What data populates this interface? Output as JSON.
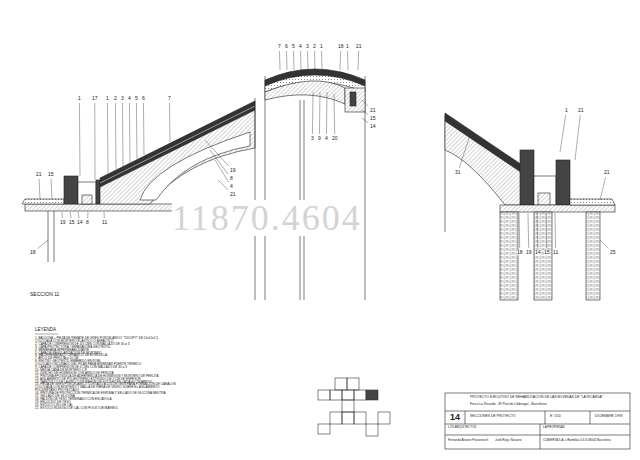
{
  "diagram": {
    "labels": [
      "1",
      "17",
      "1",
      "2",
      "3",
      "4",
      "5",
      "6",
      "7",
      "21",
      "15",
      "19",
      "8",
      "4",
      "21",
      "18",
      "19",
      "15",
      "14",
      "8",
      "11",
      "SECCION 11",
      "7",
      "6",
      "5",
      "4",
      "3",
      "2",
      "1",
      "18",
      "1",
      "21",
      "21",
      "15",
      "14",
      "3",
      "9",
      "4",
      "20",
      "1",
      "21",
      "31",
      "21",
      "18",
      "19",
      "14",
      "15",
      "11",
      "25",
      "11870.4604",
      "LEYENDA",
      "1. BALDOSA + PIEZA DE REMATE DE GRES PORCELANICO \"TUCUPY\" DE 10x10x1,5",
      "COLOCADA CON MORTERO ELASTICO O ASFALTICO",
      "2. CAPA DE COMPRESION DE 4/5 CMS CON MALLAZO DE 30 ø 3",
      "3. CAPA PROTECTORA / SEPARADORA GEOTEXTIL",
      "4. MEMBRANA IMPERMEABILIZANTE",
      "5. CAPA DE REGULARIZACION DE MORTERO",
      "6. MACHIHEMBRADO CERAMICO DE BOVEDILLA",
      "7. ARCO DE PERLITA ø 10 CM",
      "8. FIELTRO GEOTEXTIL EMBEBIDO EN ROBL",
      "COLOCADO INCLINADO DEL PILAR PARA MINIMIZAR PUENTE TERMICO",
      "9. CAPA DE COMPRESION DE 4 CMS CON MALLAZO DE 30 ø 3",
      "10. MEDIA CANA DE MORTERO C.P.",
      "11. ZUNCHO DE HORMIGON CON ARIDO DE PERLITA",
      "12. PINTURA EPOXIDICA DE ADHERENCIA DE HORMIGON Y MORTERO DE PERLITA",
      "13. AISLAMIENTO DE POLIESTIRENO EXTRUIDO DE 3 CM DE ESPESOR",
      "14. TABIQUILLO DE LADRILLO DE MAHON DE SOLIDEZ EN CADA 60 CM APROX.",
      "15. PIEZA DE GRES PORCELANICO CORTADO A COLOR GRIS PARA FORMACION DE CANALON",
      "COLOCADA CON MORTERO Y MALLA DE FIBRA DE VIDRIO SOBRE EL AISLAMIENTO",
      "POLIURETANO PROYECTADO",
      "16. PINTURA DE PROTECCION TERMICA DE ESPUMA Y SELLADO DE SILICONA NEUTRA",
      "17. SELLADO DE SILICONA",
      "18. FALDON DE YESO TERMINADO CON ESCAYOLA",
      "19. ENLUCIDO DE YESO",
      "20. ESTUCO LISO DE CAL",
      "21. ESTUCO RUGOSO DE CAL CON POLVO DE MARMOL",
      "PROYECTO EJECUTIVO DE REHABILITACION DE LAS BOVEDAS DE \"LA RICARDA\"",
      "Finca La Ricarda , El Prat de Llobregat , Barcelona",
      "14",
      "SECCIONES DE PROYECTO",
      "E: 1/10",
      "DICIEMBRE 1998",
      "LOS ARQUITECTOS",
      "LA PROPIEDAD",
      "Fernando Alvarez Prozorovich",
      "Jordi Roig i Navarro",
      "CUBIERTA S.A. c/Ramblas 4-6-8 08002 Barcelona"
    ]
  }
}
